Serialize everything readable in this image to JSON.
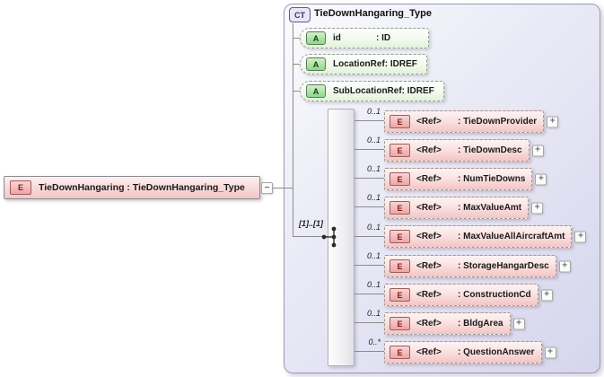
{
  "root": {
    "badge": "E",
    "label": "TieDownHangaring : TieDownHangaring_Type",
    "collapse_glyph": "−"
  },
  "ct": {
    "badge": "CT",
    "title": "TieDownHangaring_Type",
    "attributes": [
      {
        "badge": "A",
        "name": "id",
        "type": ": ID"
      },
      {
        "badge": "A",
        "name": "LocationRef",
        "type": ": IDREF"
      },
      {
        "badge": "A",
        "name": "SubLocationRef",
        "type": ": IDREF"
      }
    ],
    "sequence": {
      "label": "[1]..[1]"
    },
    "elements": [
      {
        "badge": "E",
        "name": "<Ref>",
        "type": ": TieDownProvider",
        "occurs": "0..1",
        "expand_glyph": "+"
      },
      {
        "badge": "E",
        "name": "<Ref>",
        "type": ": TieDownDesc",
        "occurs": "0..1",
        "expand_glyph": "+"
      },
      {
        "badge": "E",
        "name": "<Ref>",
        "type": ": NumTieDowns",
        "occurs": "0..1",
        "expand_glyph": "+"
      },
      {
        "badge": "E",
        "name": "<Ref>",
        "type": ": MaxValueAmt",
        "occurs": "0..1",
        "expand_glyph": "+"
      },
      {
        "badge": "E",
        "name": "<Ref>",
        "type": ": MaxValueAllAircraftAmt",
        "occurs": "0..1",
        "expand_glyph": "+"
      },
      {
        "badge": "E",
        "name": "<Ref>",
        "type": ": StorageHangarDesc",
        "occurs": "0..1",
        "expand_glyph": "+"
      },
      {
        "badge": "E",
        "name": "<Ref>",
        "type": ": ConstructionCd",
        "occurs": "0..1",
        "expand_glyph": "+"
      },
      {
        "badge": "E",
        "name": "<Ref>",
        "type": ": BldgArea",
        "occurs": "0..1",
        "expand_glyph": "+"
      },
      {
        "badge": "E",
        "name": "<Ref>",
        "type": ": QuestionAnswer",
        "occurs": "0..*",
        "expand_glyph": "+"
      }
    ],
    "colors": {
      "container_fill": "#d5d5ed",
      "element_fill": "#f3c5c5",
      "attribute_fill": "#e2f2d9",
      "element_badge": "#eda5a5",
      "attribute_badge": "#8fd88a",
      "ct_badge": "#e7e7f6",
      "connector_line": "#8c8c8c"
    }
  }
}
